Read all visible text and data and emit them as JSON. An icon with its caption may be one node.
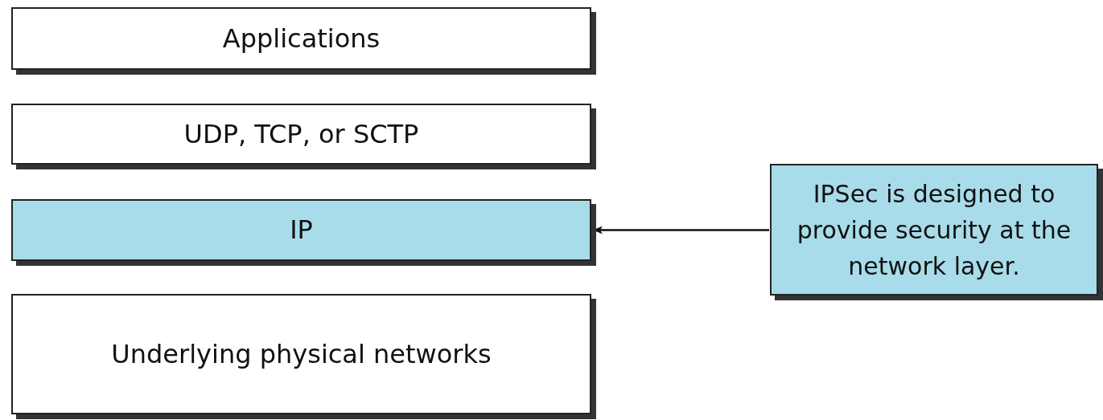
{
  "diagram": {
    "nodes": [
      {
        "text": [
          "Applications"
        ]
      },
      {
        "text": [
          "UDP, TCP, or SCTP"
        ]
      },
      {
        "text": [
          "IP"
        ]
      },
      {
        "text": [
          "Underlying physical networks"
        ]
      },
      {
        "text": [
          "IPSec is designed to provide security at the network layer."
        ]
      }
    ],
    "edges": [
      {
        "from": 4,
        "to": 2,
        "arrow": "to"
      }
    ]
  }
}
